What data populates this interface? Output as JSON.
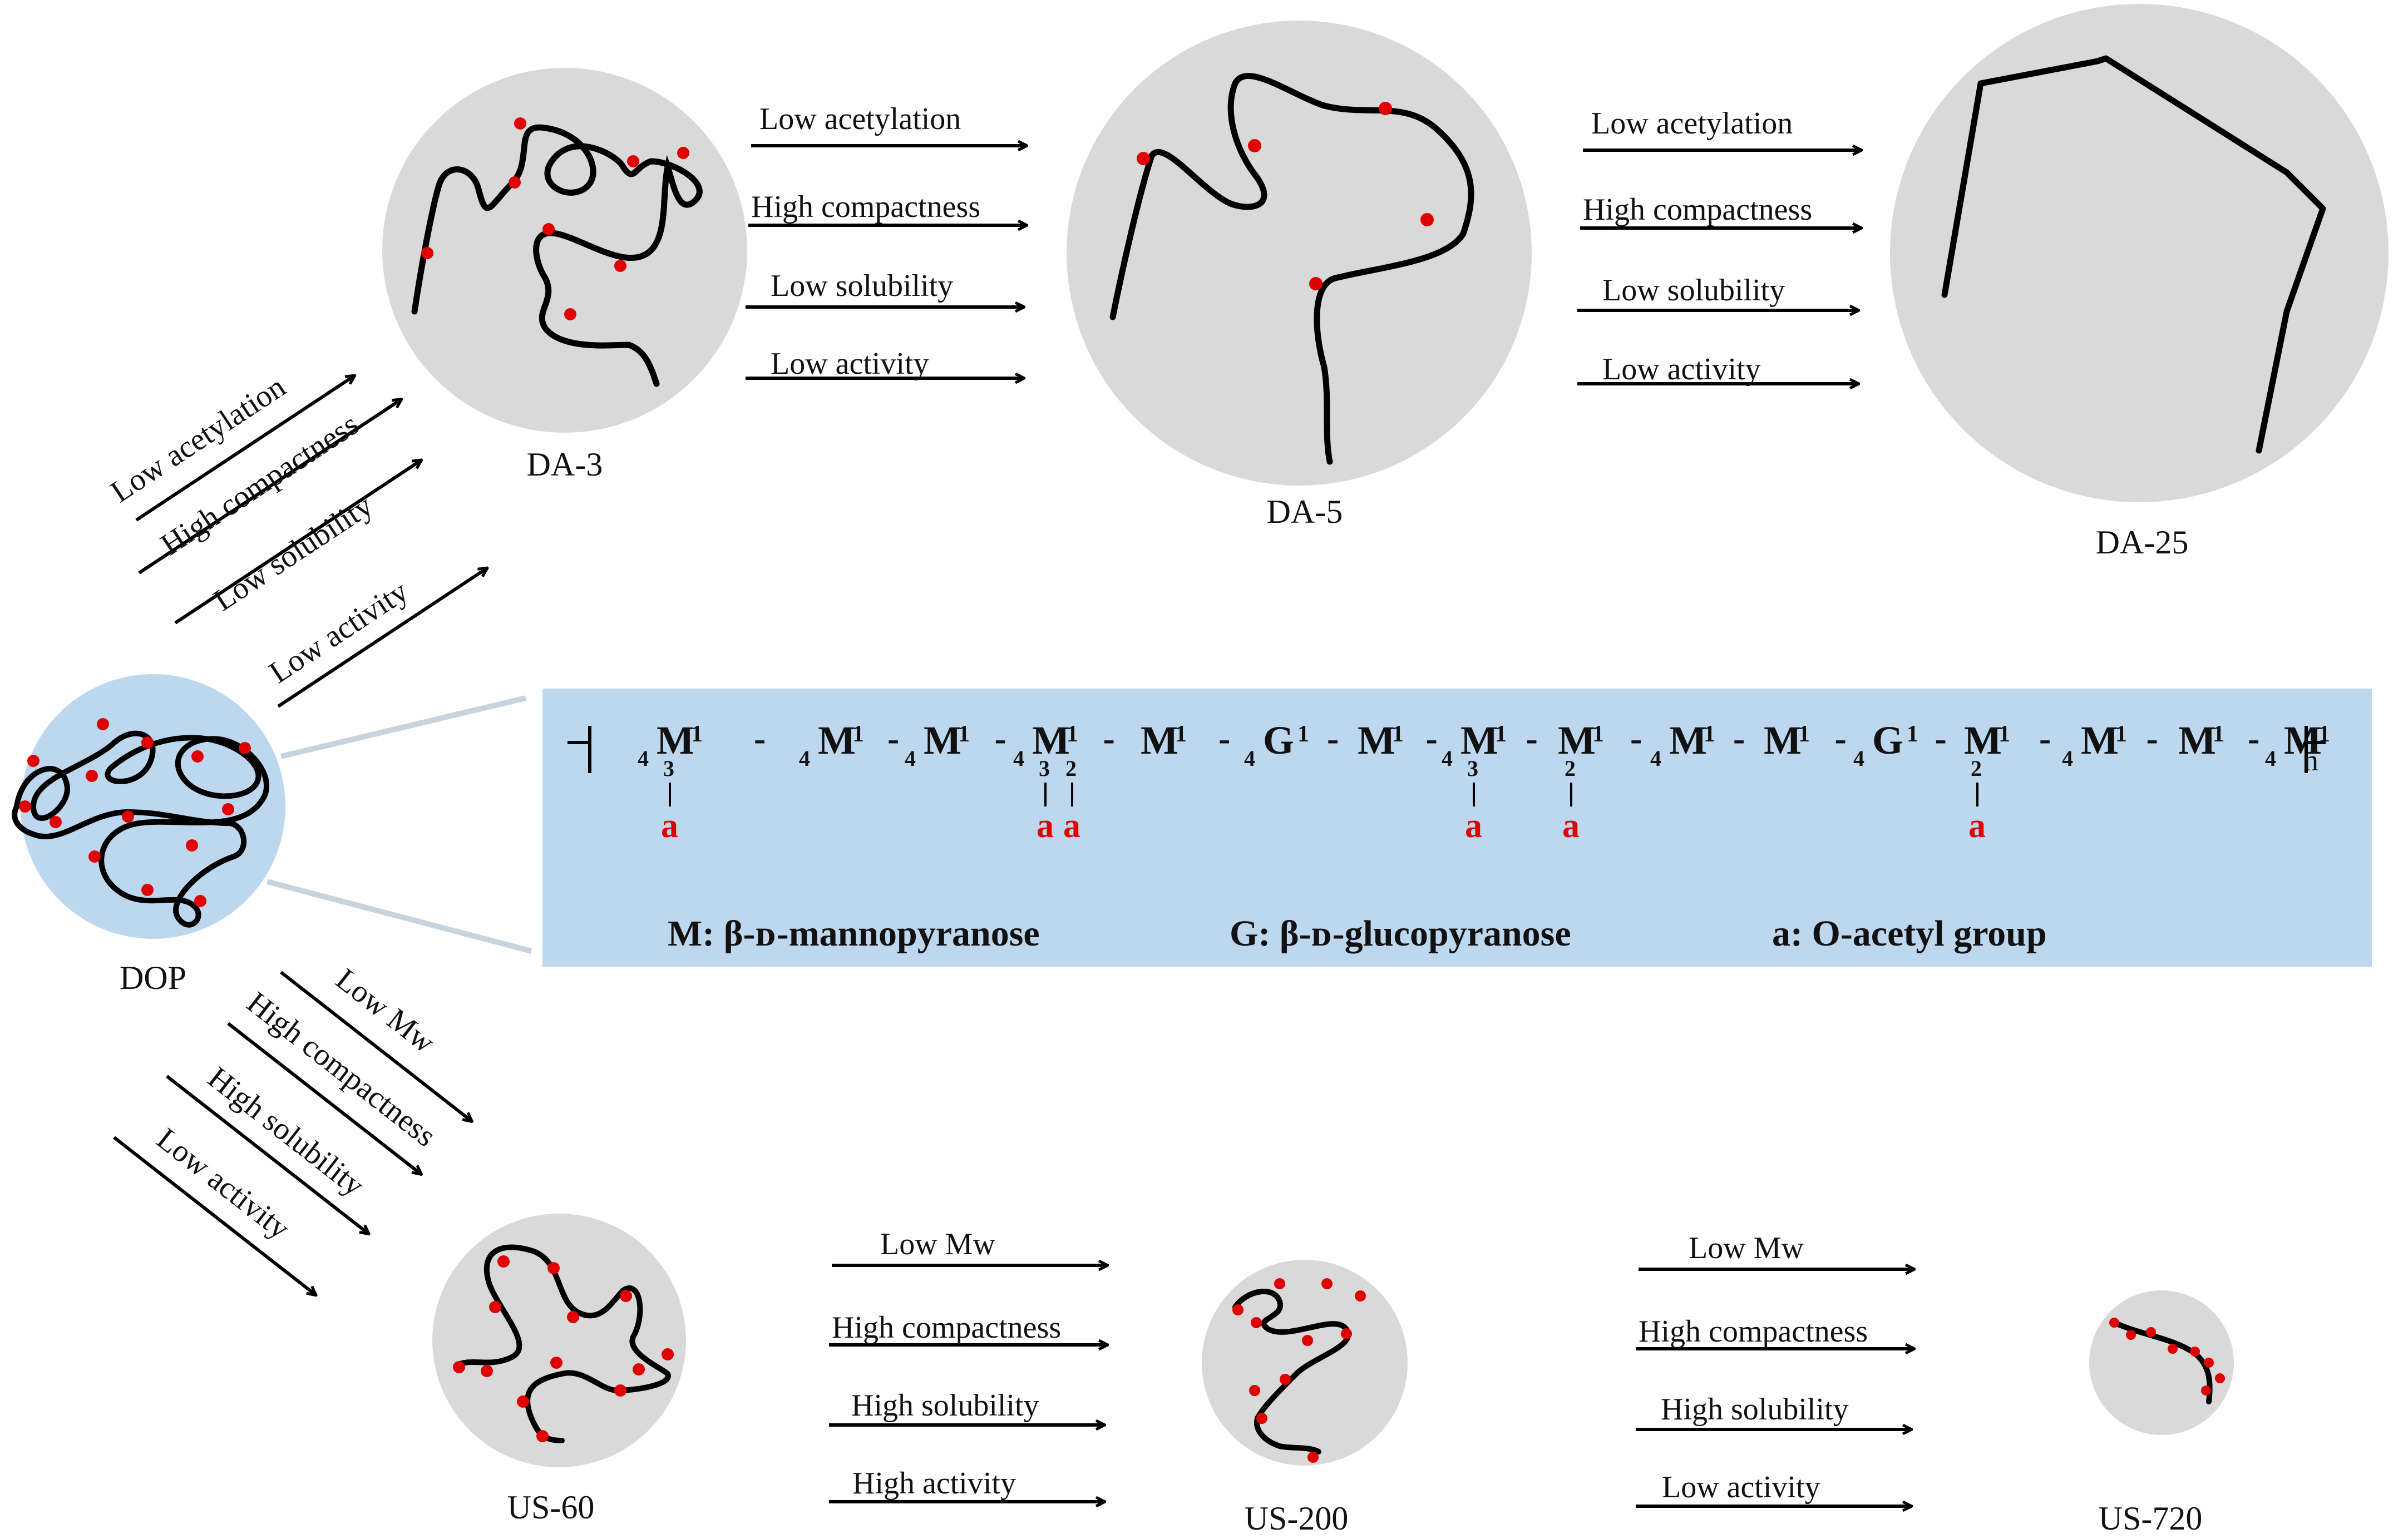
{
  "nodes": {
    "dop": "DOP",
    "da3": "DA-3",
    "da5": "DA-5",
    "da25": "DA-25",
    "us60": "US-60",
    "us200": "US-200",
    "us720": "US-720"
  },
  "arrows": {
    "dop_to_da3": [
      "Low acetylation",
      "High compactness",
      "Low solubility",
      "Low activity"
    ],
    "da3_to_da5": [
      "Low acetylation",
      "High compactness",
      "Low solubility",
      "Low activity"
    ],
    "da5_to_da25": [
      "Low acetylation",
      "High compactness",
      "Low solubility",
      "Low activity"
    ],
    "dop_to_us60": [
      "Low Mw",
      "High compactness",
      "High solubility",
      "Low activity"
    ],
    "us60_to_us200": [
      "Low Mw",
      "High compactness",
      "High solubility",
      "High activity"
    ],
    "us200_to_us720": [
      "Low Mw",
      "High compactness",
      "High solubility",
      "Low activity"
    ]
  },
  "structure": {
    "units": [
      {
        "sub": "4",
        "sym": "M",
        "sup": "1",
        "branch": [
          "3"
        ]
      },
      {
        "sub": "4",
        "sym": "M",
        "sup": "1",
        "branch": []
      },
      {
        "sub": "4",
        "sym": "M",
        "sup": "1",
        "branch": []
      },
      {
        "sub": "4",
        "sym": "M",
        "sup": "1",
        "branch": [
          "3",
          "2"
        ]
      },
      {
        "sub": "",
        "sym": "M",
        "sup": "1",
        "branch": []
      },
      {
        "sub": "4",
        "sym": "G",
        "sup": "1",
        "branch": []
      },
      {
        "sub": "",
        "sym": "M",
        "sup": "1",
        "branch": []
      },
      {
        "sub": "4",
        "sym": "M",
        "sup": "1",
        "branch": [
          "3"
        ]
      },
      {
        "sub": "",
        "sym": "M",
        "sup": "1",
        "branch": [
          "2"
        ]
      },
      {
        "sub": "4",
        "sym": "M",
        "sup": "1",
        "branch": []
      },
      {
        "sub": "",
        "sym": "M",
        "sup": "1",
        "branch": []
      },
      {
        "sub": "4",
        "sym": "G",
        "sup": "1",
        "branch": []
      },
      {
        "sub": "",
        "sym": "M",
        "sup": "1",
        "branch": [
          "2"
        ]
      },
      {
        "sub": "4",
        "sym": "M",
        "sup": "1",
        "branch": []
      },
      {
        "sub": "",
        "sym": "M",
        "sup": "1",
        "branch": []
      },
      {
        "sub": "4",
        "sym": "M",
        "sup": "1",
        "branch": []
      }
    ],
    "first_prefix": "4",
    "repeat": "n",
    "acetyl_label": "a",
    "legend": {
      "m": "M: β-ᴅ-mannopyranose",
      "g": "G: β-ᴅ-glucopyranose",
      "a": "a: O-acetyl group"
    }
  },
  "colors": {
    "circle_gray": "#d9d9d9",
    "circle_blue": "#bdd7ee",
    "panel_blue": "#bdd7ee",
    "chain": "#000000",
    "acetyl_dot": "#e00000",
    "connector": "#c7d3de"
  }
}
